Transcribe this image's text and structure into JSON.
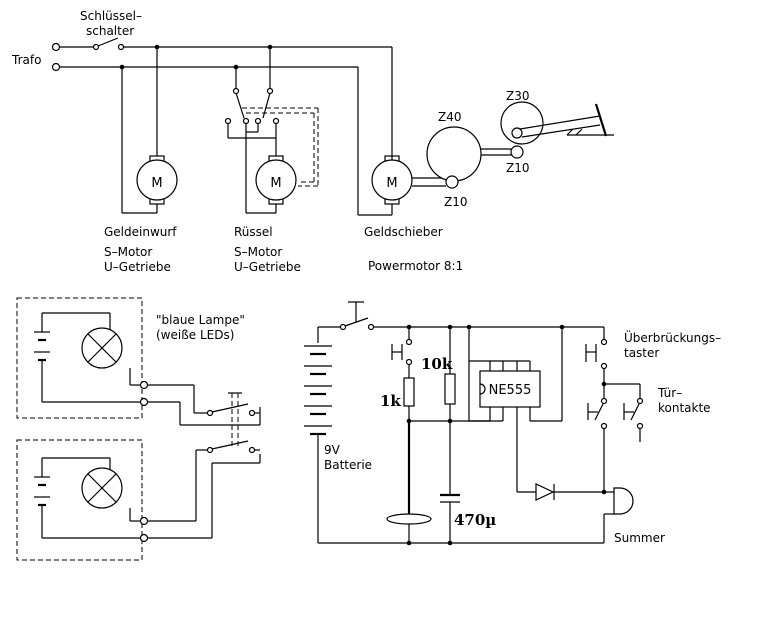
{
  "labels": {
    "key_switch": [
      "Schlüssel–",
      "schalter"
    ],
    "transformer": "Trafo",
    "motor_coin": [
      "Geldeinwurf",
      "S–Motor",
      "U–Getriebe"
    ],
    "motor_trunk": [
      "Rüssel",
      "S–Motor",
      "U–Getriebe"
    ],
    "motor_pusher": "Geldschieber",
    "power_motor": "Powermotor  8:1",
    "gear_z40": "Z40",
    "gear_z30": "Z30",
    "gear_z10_a": "Z10",
    "gear_z10_b": "Z10",
    "motor_symbol": "M",
    "lamp_note": [
      "\"blaue  Lampe\"",
      "(weiße  LEDs)"
    ],
    "bypass_button": [
      "Überbrückungs–",
      "taster"
    ],
    "door_contacts": [
      "Tür–",
      "kontakte"
    ],
    "resistor_10k": "10k",
    "resistor_1k": "1k",
    "capacitor": "470µ",
    "ic": "NE555",
    "battery": [
      "9V",
      "Batterie"
    ],
    "buzzer": "Summer"
  }
}
